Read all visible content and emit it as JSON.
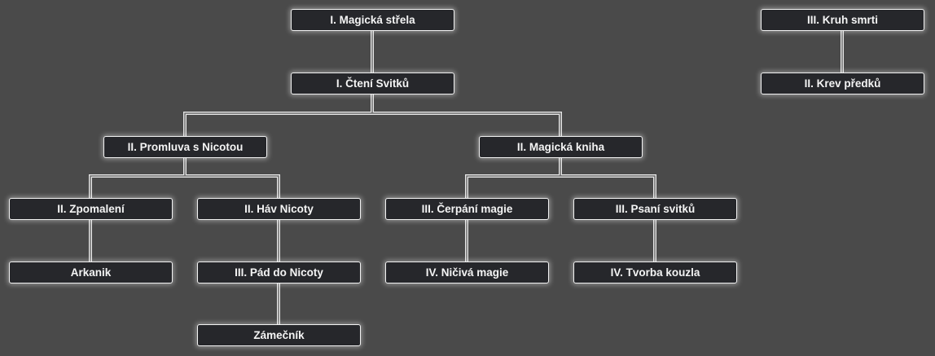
{
  "tree": {
    "magicka_strela": "I. Magická střela",
    "cteni_svitku": "I. Čtení Svitků",
    "promluva": "II. Promluva s Nicotou",
    "magicka_kniha": "II. Magická kniha",
    "zpomaleni": "II. Zpomalení",
    "hav_nicoty": "II. Háv Nicoty",
    "cerpani_magie": "III. Čerpání magie",
    "psani_svitku": "III. Psaní svitků",
    "arkanik": "Arkanik",
    "pad_do_nicoty": "III. Pád do Nicoty",
    "niciva_magie": "IV. Ničivá magie",
    "tvorba_kouzla": "IV. Tvorba kouzla",
    "zamecnik": "Zámečník",
    "kruh_smrti": "III. Kruh smrti",
    "krev_predku": "II. Krev předků"
  }
}
